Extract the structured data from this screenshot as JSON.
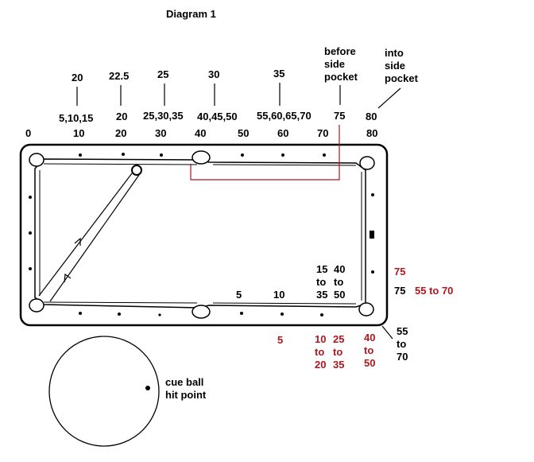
{
  "title": "Diagram 1",
  "colors": {
    "ink": "#000000",
    "accent_red": "#b0161c",
    "background": "#ffffff"
  },
  "side_pocket_notes": {
    "before": [
      "before",
      "side",
      "pocket"
    ],
    "into": [
      "into",
      "side",
      "pocket"
    ]
  },
  "top_aim_row": [
    "20",
    "22.5",
    "25",
    "30",
    "35"
  ],
  "top_mid_row": [
    "5,10,15",
    "20",
    "25,30,35",
    "40,45,50",
    "55,60,65,70",
    "75",
    "80"
  ],
  "top_scale": [
    "0",
    "10",
    "20",
    "30",
    "40",
    "50",
    "60",
    "70",
    "80"
  ],
  "table_inner_black": {
    "bottom_left": "5",
    "bottom_mid": "10",
    "col_a": [
      "15",
      "to",
      "35"
    ],
    "col_b": [
      "40",
      "to",
      "50"
    ]
  },
  "right_side": {
    "red_75": "75",
    "black_75": "75",
    "red_range": "55 to 70"
  },
  "below_table_red": {
    "val_5": "5",
    "col_a": [
      "10",
      "to",
      "20"
    ],
    "col_b": [
      "25",
      "to",
      "35"
    ],
    "col_c": [
      "40",
      "to",
      "50"
    ]
  },
  "below_table_black": [
    "55",
    "to",
    "70"
  ],
  "cue_ball_label": [
    "cue ball",
    "hit point"
  ]
}
